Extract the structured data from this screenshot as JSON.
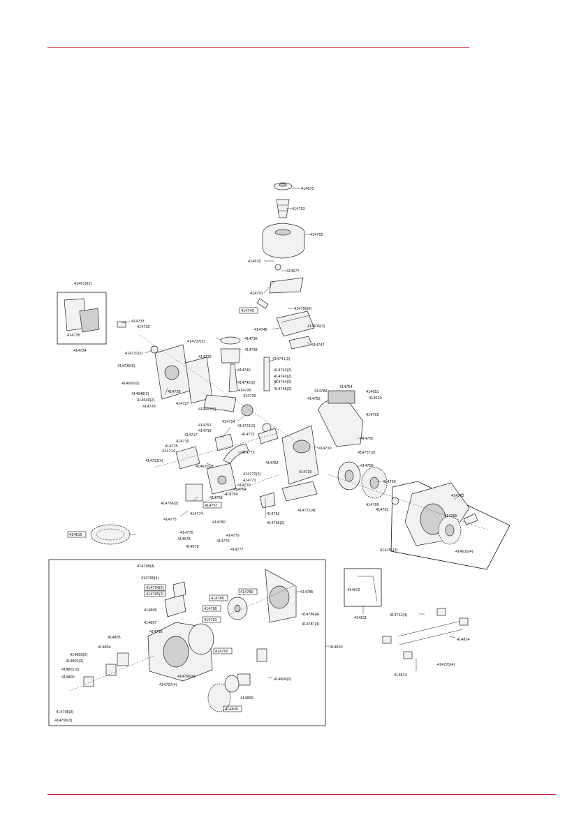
{
  "colors": {
    "rule": "#c8102e",
    "ink": "#111111"
  },
  "labels": {
    "l414673": "414673",
    "l414753": "414753",
    "l414752": "414752",
    "l414610a": "414610",
    "l414677": "414677",
    "l414751": "414751",
    "l414749": "414749",
    "l414750": "414750(6)",
    "l414748": "414748",
    "l414619b": "414619(2)",
    "l414747": "414747",
    "l414619a": "414619(2)",
    "l414735": "414735",
    "l414734": "414734",
    "l414733": "414733",
    "l414732": "414732",
    "l414731": "414731(2)",
    "l414730": "414730(6)",
    "l414669": "414669(2)",
    "l414648": "414648(2)",
    "l414649": "414649(2)",
    "l414729": "414729",
    "l414728": "414728",
    "l414727": "414727",
    "l414667": "414667(2)",
    "l414737": "414737(2)",
    "l414736": "414736",
    "l414738": "414738",
    "l414739": "414739",
    "l414740": "414740",
    "l414726": "414726",
    "l414725": "414725",
    "l414724": "414724",
    "l414723": "414723(2)",
    "l414741": "414741(2)",
    "l414742": "414742(2)",
    "l414743": "414743(2)",
    "l414744": "414744(2)",
    "l414745": "414745(2)",
    "l414746": "414746(2)",
    "l414784": "414784",
    "l414755a": "414755",
    "l414754": "414754",
    "l414651": "414651",
    "l414610b": "414610",
    "l414762": "414762",
    "l414756": "414756",
    "l414757": "414757(2)",
    "l414719": "414719",
    "l414758": "414758",
    "l414759": "414759",
    "l414760": "414760",
    "l414761": "414761",
    "l414763": "414763",
    "l414765": "414765",
    "l414610c": "414610(4)",
    "l414755c": "414755(3)",
    "l414752b": "414752",
    "l414718": "414718",
    "l414717": "414717",
    "l414716": "414716",
    "l414715": "414715",
    "l414714": "414714",
    "l414713": "414713(4)",
    "l414722": "414722",
    "l414773": "414773",
    "l414783": "414783",
    "l414620": "414620(2)",
    "l414772": "414772(2)",
    "l414771": "414771",
    "l414770": "414770",
    "l414764": "414764",
    "l414769": "414769",
    "l414768": "414768",
    "l414767": "414767",
    "l414766": "414766(2)",
    "l414774": "414774",
    "l414775": "414775",
    "l414720": "414720",
    "l414721a": "414721(4)",
    "l414781": "414781",
    "l414755b": "414755(2)",
    "l414780": "414780",
    "l414779": "414779",
    "l414778": "414778",
    "l414777": "414777",
    "l414776": "414776",
    "l414678": "414678",
    "l414679": "414679",
    "l414815": "414815",
    "l414798a": "414798(4)",
    "l414799a": "414799(4)",
    "l414794": "414794(2)",
    "l414795": "414795(2)",
    "l414806": "414806",
    "l414807": "414807",
    "l414793": "414793",
    "l414805": "414805",
    "l414804": "414804",
    "l414803": "414803(2)",
    "l414802": "414802(2)",
    "l414801": "414801(2)",
    "l414800a": "414800",
    "l414798b": "414798(3)",
    "l414799b": "414799(3)",
    "l414788": "414788",
    "l414789": "414789",
    "l414790": "414790",
    "l414791": "414791",
    "l414792": "414792",
    "l414785": "414785",
    "l414786": "414786(4)",
    "l414787": "414787(4)",
    "l414796": "414796(4)",
    "l414797": "414797(4)",
    "l414800b": "414800(2)",
    "l414809": "414809",
    "l414808": "414808",
    "l414810": "414810",
    "l414812": "414812",
    "l414811": "414811",
    "l414712": "414712(4)",
    "l414814": "414814",
    "l414813": "414813",
    "l414721b": "414721(4)"
  }
}
